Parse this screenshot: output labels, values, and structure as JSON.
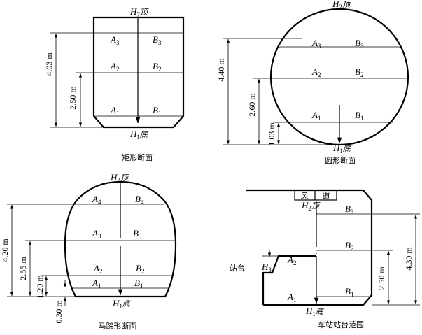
{
  "rect": {
    "caption": "矩形断面",
    "top_label": "顶",
    "bottom_label": "底",
    "dim_total": "4.03 m",
    "dim_mid": "2.50 m"
  },
  "circle": {
    "caption": "圆形断面",
    "top_label": "顶",
    "bottom_label": "底",
    "dim_total": "4.40 m",
    "dim_mid": "2.60 m",
    "dim_low": "1.03 m"
  },
  "horseshoe": {
    "caption": "马蹄形断面",
    "top_label": "顶",
    "bottom_label": "底",
    "dim_total": "4.20 m",
    "dim_mid": "2.55 m",
    "dim_low": "1.20 m",
    "dim_base": "0.30 m"
  },
  "station": {
    "caption": "车站站台范围",
    "top_label": "顶",
    "bottom_label": "底",
    "duct_left": "风",
    "duct_right": "道",
    "platform": "站台",
    "dim_total": "4.30 m",
    "dim_mid": "2.50 m"
  }
}
